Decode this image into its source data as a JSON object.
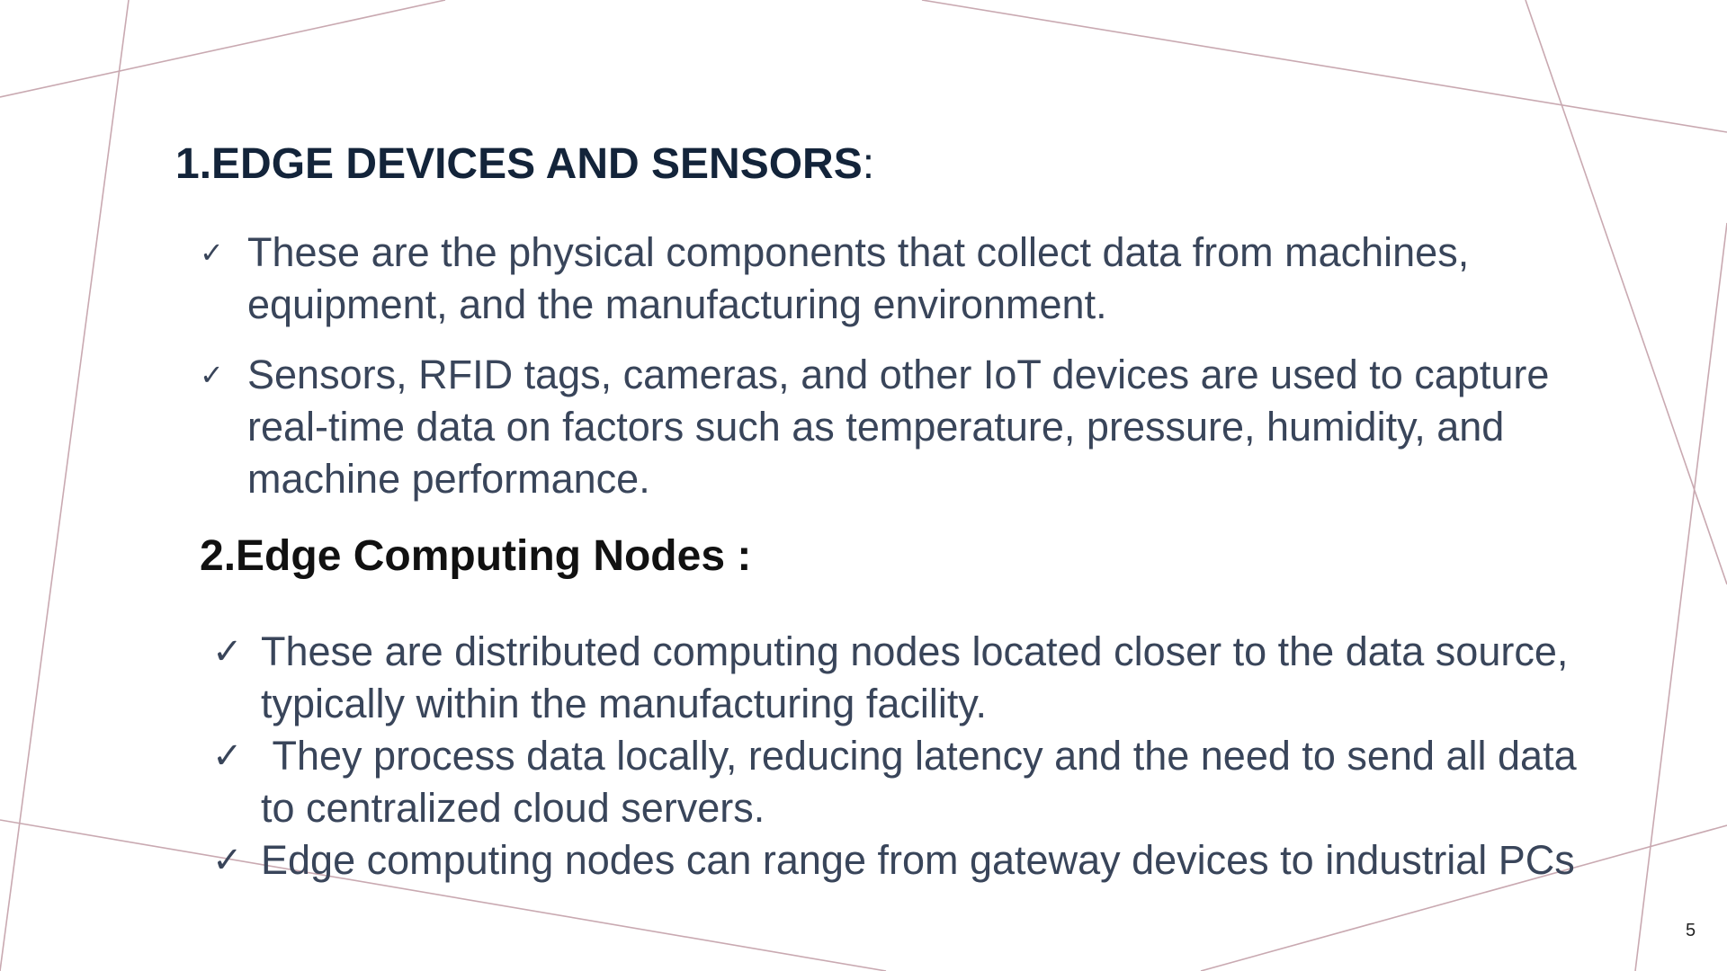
{
  "slide": {
    "heading1": {
      "text": "1.EDGE DEVICES AND SENSORS",
      "colon": ":"
    },
    "section1_bullets": [
      "These are the physical components that collect data from machines, equipment, and the manufacturing environment.",
      "Sensors, RFID tags, cameras, and other IoT devices are used to capture real-time data on factors such as temperature, pressure, humidity, and machine performance."
    ],
    "heading2": "2.Edge Computing Nodes :",
    "section2_bullets": [
      "These are distributed computing nodes located closer to the data source, typically within the manufacturing facility.",
      " They process data locally, reducing latency and the need to send all data to centralized cloud servers.",
      "Edge computing nodes can range from gateway devices to industrial PCs"
    ],
    "check_glyph": "✓",
    "page_number": "5"
  },
  "colors": {
    "heading": "#13243a",
    "body_text": "#39455a",
    "decorative_lines": "#c9a9b1"
  }
}
